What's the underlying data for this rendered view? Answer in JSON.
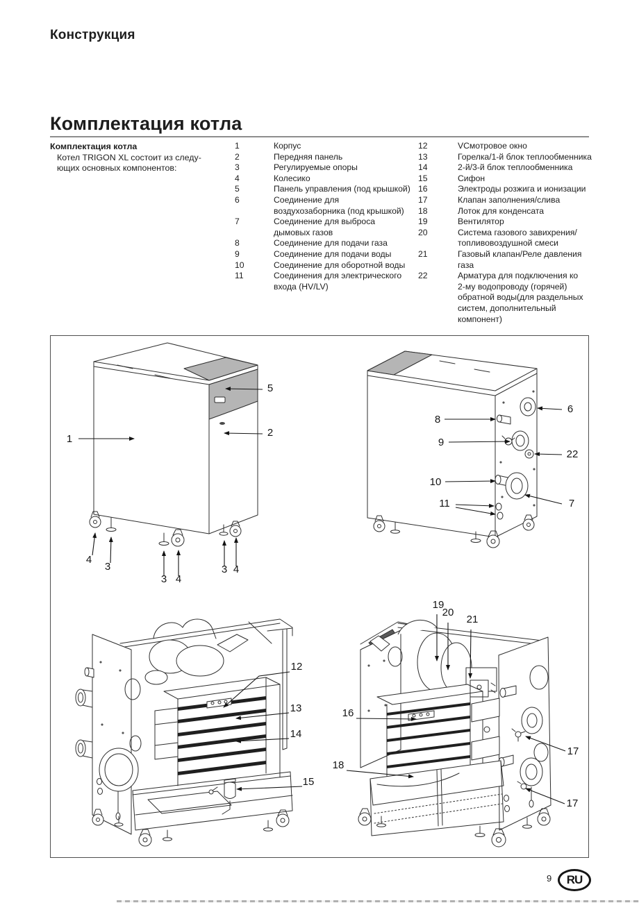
{
  "page": {
    "kicker": "Конструкция",
    "title": "Комплектация котла"
  },
  "intro": {
    "heading": "Комплектация котла",
    "body": "Котел TRIGON XL состоит из следу-\nющих основных компонентов:"
  },
  "parts_col1": [
    {
      "n": "1",
      "label": "Корпус"
    },
    {
      "n": "2",
      "label": "Передняя панель"
    },
    {
      "n": "3",
      "label": "Регулируемые опоры"
    },
    {
      "n": "4",
      "label": "Колесико"
    },
    {
      "n": "5",
      "label": "Панель управления (под крышкой)"
    },
    {
      "n": "6",
      "label": "Соединение для\nвоздухозаборника (под крышкой)"
    },
    {
      "n": "7",
      "label": "Соединение для выброса\nдымовых газов"
    },
    {
      "n": "8",
      "label": "Соединение для подачи газа"
    },
    {
      "n": "9",
      "label": "Соединение для подачи воды"
    },
    {
      "n": "10",
      "label": "Соединение для оборотной воды"
    },
    {
      "n": "11",
      "label": "Соединения для электрического\nвхода (HV/LV)"
    }
  ],
  "parts_col2": [
    {
      "n": "12",
      "label": "VСмотровое окно"
    },
    {
      "n": "13",
      "label": "Горелка/1-й блок теплообменника"
    },
    {
      "n": "14",
      "label": "2-й/3-й блок теплообменника"
    },
    {
      "n": "15",
      "label": "Сифон"
    },
    {
      "n": "16",
      "label": "Электроды розжига и ионизации"
    },
    {
      "n": "17",
      "label": "Клапан заполнения/слива"
    },
    {
      "n": "18",
      "label": "Лоток для конденсата"
    },
    {
      "n": "19",
      "label": "Вентилятор"
    },
    {
      "n": "20",
      "label": "Система газового завихрения/\nтопливовоздушной смеси"
    },
    {
      "n": "21",
      "label": "Газовый клапан/Реле давления газа"
    },
    {
      "n": "22",
      "label": "Арматура для подключения ко\n2-му водопроводу (горячей)\nобратной воды(для раздельных\nсистем, дополнительный\nкомпонент)"
    }
  ],
  "callouts": {
    "v1": [
      "1",
      "5",
      "2",
      "4",
      "3",
      "3",
      "4",
      "3",
      "4"
    ],
    "v2": [
      "8",
      "6",
      "9",
      "22",
      "10",
      "11",
      "7"
    ],
    "v3": [
      "12",
      "13",
      "14",
      "15"
    ],
    "v4": [
      "19",
      "20",
      "21",
      "16",
      "17",
      "18",
      "17"
    ]
  },
  "footer": {
    "page_number": "9",
    "badge": "RU"
  }
}
